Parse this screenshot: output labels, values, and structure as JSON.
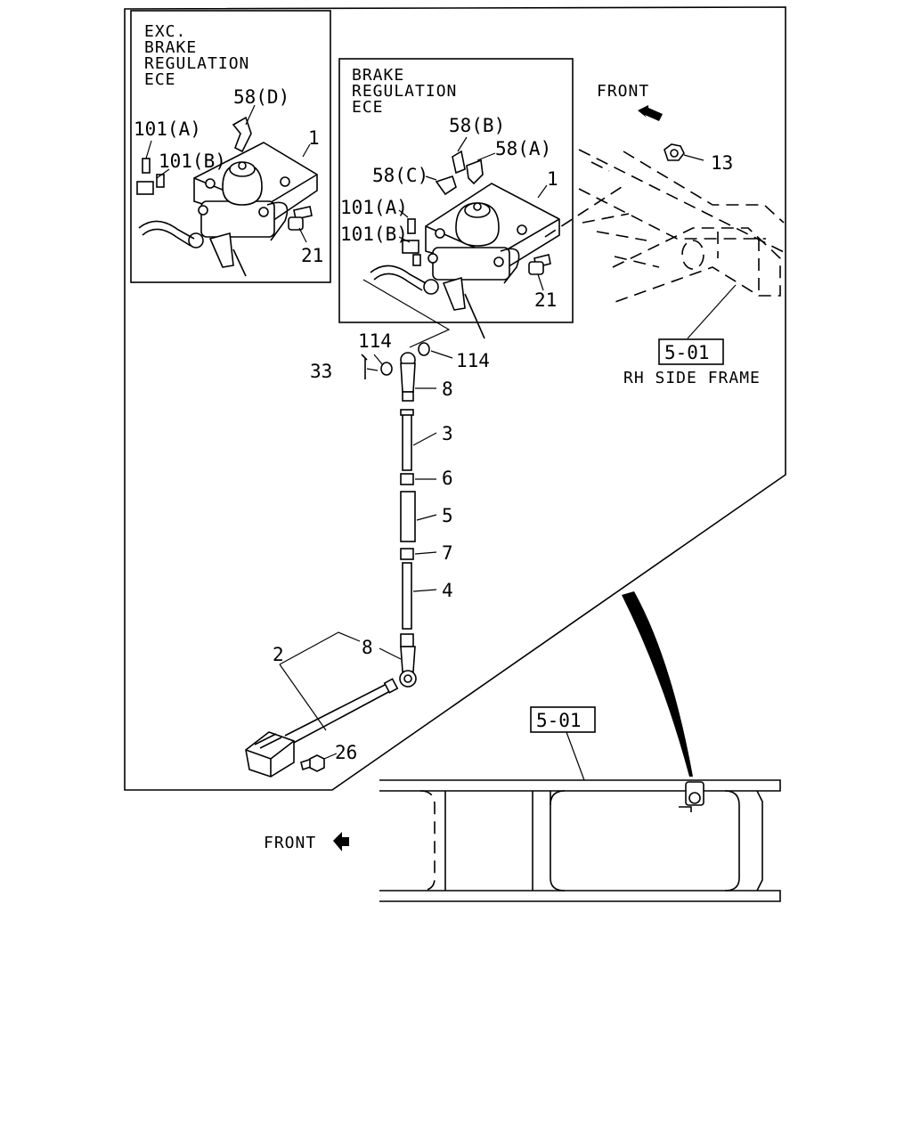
{
  "inset_left": {
    "note_lines": [
      "EXC.",
      "BRAKE",
      "REGULATION",
      "ECE"
    ],
    "labels": {
      "p58d": "58(D)",
      "p1": "1",
      "p101a": "101(A)",
      "p101b": "101(B)",
      "p21": "21"
    }
  },
  "inset_right": {
    "note_lines": [
      "BRAKE",
      "REGULATION",
      "ECE"
    ],
    "labels": {
      "p58b": "58(B)",
      "p58a": "58(A)",
      "p58c": "58(C)",
      "p1": "1",
      "p101a": "101(A)",
      "p101b": "101(B)",
      "p21": "21"
    }
  },
  "labels": {
    "front_top": "FRONT",
    "front_bottom": "FRONT",
    "p13": "13",
    "ref_top": "5-01",
    "ref_top_caption": "RH SIDE FRAME",
    "ref_bottom": "5-01",
    "p114_left": "114",
    "p114_right": "114",
    "p33": "33",
    "p8_top": "8",
    "p3": "3",
    "p6": "6",
    "p5": "5",
    "p7": "7",
    "p4": "4",
    "p2": "2",
    "p8_bottom": "8",
    "p26": "26"
  }
}
